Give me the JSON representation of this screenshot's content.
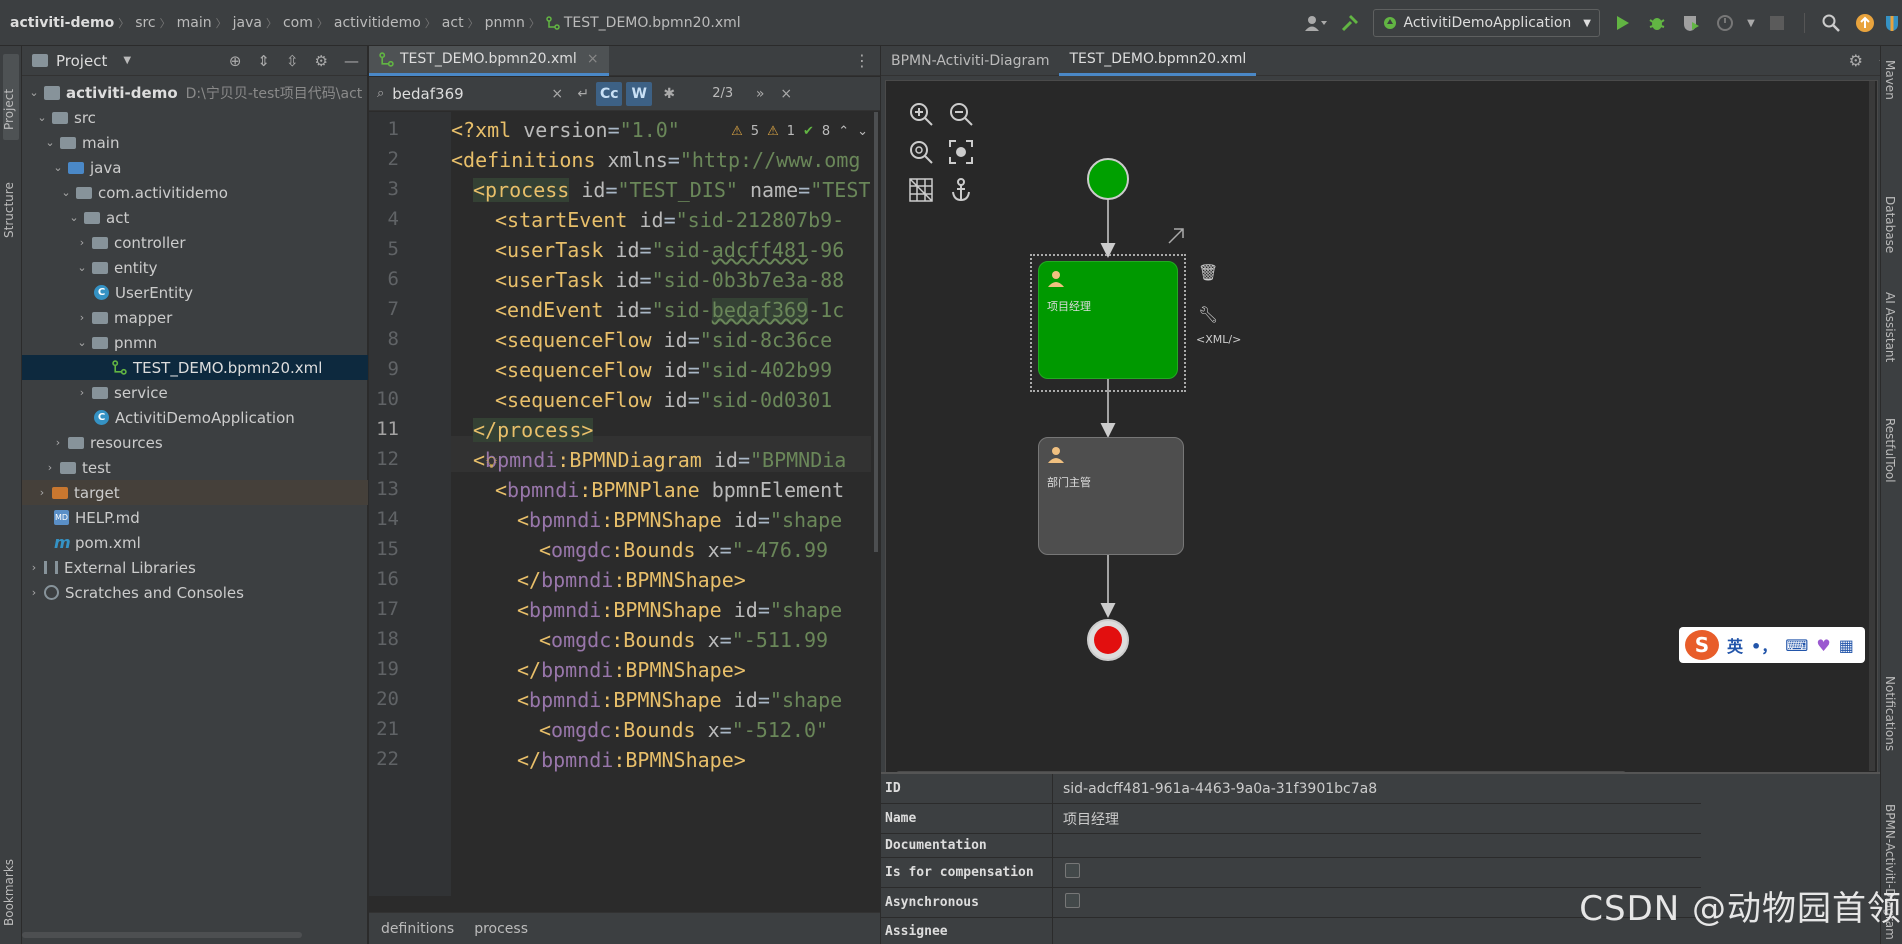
{
  "breadcrumbs": [
    "activiti-demo",
    "src",
    "main",
    "java",
    "com",
    "activitidemo",
    "act",
    "pnmn",
    "TEST_DEMO.bpmn20.xml"
  ],
  "run_config": "ActivitiDemoApplication",
  "left_strip": {
    "project": "Project",
    "structure": "Structure",
    "bookmarks": "Bookmarks"
  },
  "project_panel": {
    "title": "Project",
    "tree": [
      {
        "label": "activiti-demo",
        "hint": "D:\\宁贝贝-test项目代码\\act"
      },
      {
        "label": "src"
      },
      {
        "label": "main"
      },
      {
        "label": "java"
      },
      {
        "label": "com.activitidemo"
      },
      {
        "label": "act"
      },
      {
        "label": "controller"
      },
      {
        "label": "entity"
      },
      {
        "label": "UserEntity"
      },
      {
        "label": "mapper"
      },
      {
        "label": "pnmn"
      },
      {
        "label": "TEST_DEMO.bpmn20.xml"
      },
      {
        "label": "service"
      },
      {
        "label": "ActivitiDemoApplication"
      },
      {
        "label": "resources"
      },
      {
        "label": "test"
      },
      {
        "label": "target"
      },
      {
        "label": "HELP.md"
      },
      {
        "label": "pom.xml"
      },
      {
        "label": "External Libraries"
      },
      {
        "label": "Scratches and Consoles"
      }
    ]
  },
  "editor": {
    "tab": "TEST_DEMO.bpmn20.xml",
    "search": {
      "value": "bedaf369",
      "case_label": "Cc",
      "word_label": "W",
      "count": "2/3"
    },
    "inspections": {
      "warnings": "5",
      "weak_warnings": "1",
      "ok": "8"
    },
    "line_numbers": [
      "1",
      "2",
      "3",
      "4",
      "5",
      "6",
      "7",
      "8",
      "9",
      "10",
      "11",
      "12",
      "13",
      "14",
      "15",
      "16",
      "17",
      "18",
      "19",
      "20",
      "21",
      "22"
    ],
    "status": {
      "crumb1": "definitions",
      "crumb2": "process"
    }
  },
  "diagram": {
    "tabs": [
      "BPMN-Activiti-Diagram",
      "TEST_DEMO.bpmn20.xml"
    ],
    "task1_label": "项目经理",
    "task2_label": "部门主管",
    "xml_label": "<XML/>",
    "ime": {
      "lang": "英",
      "punct": "•，"
    },
    "start_color": "#00a000",
    "task_selected_color": "#009900",
    "task_color": "#4e4e4e",
    "end_color": "#e20f0f"
  },
  "properties": [
    {
      "key": "ID",
      "value": "sid-adcff481-961a-4463-9a0a-31f3901bc7a8"
    },
    {
      "key": "Name",
      "value": "项目经理"
    },
    {
      "key": "Documentation",
      "value": ""
    },
    {
      "key": "Is for compensation",
      "value": ""
    },
    {
      "key": "Asynchronous",
      "value": ""
    },
    {
      "key": "Assignee",
      "value": ""
    }
  ],
  "right_strip": [
    "Maven",
    "Database",
    "AI Assistant",
    "RestfulTool",
    "Notifications",
    "BPMN-Activiti-Diagram"
  ],
  "watermark": "CSDN @动物园首领"
}
